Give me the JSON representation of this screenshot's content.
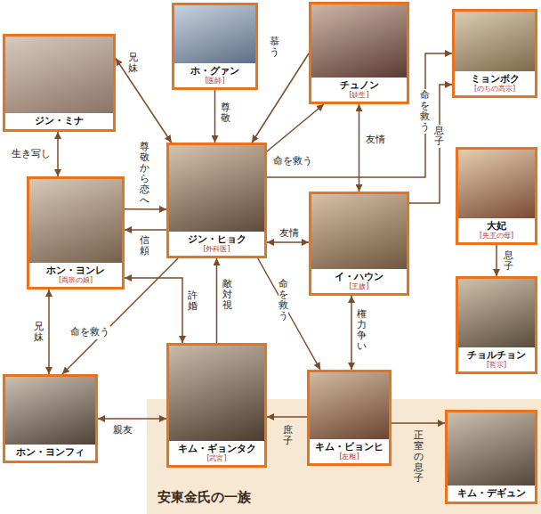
{
  "diagram": {
    "nodes": [
      {
        "text": [
          "ジン・ミナ"
        ]
      },
      {
        "text": [
          "ホ・グァン",
          "[医師]"
        ]
      },
      {
        "text": [
          "チュノン",
          "[妓生]"
        ]
      },
      {
        "text": [
          "ミョンボク",
          "[のちの高宗]"
        ]
      },
      {
        "text": [
          "ジン・ヒョク",
          "[外科医]"
        ]
      },
      {
        "text": [
          "ホン・ヨンレ",
          "[両班の娘]"
        ]
      },
      {
        "text": [
          "イ・ハウン",
          "[王族]"
        ]
      },
      {
        "text": [
          "大妃",
          "[先王の母]"
        ]
      },
      {
        "text": [
          "チョルチョン",
          "[哲宗]"
        ]
      },
      {
        "text": [
          "ホン・ヨンフィ"
        ]
      },
      {
        "text": [
          "安東金氏の一族"
        ]
      },
      {
        "text": [
          "キム・ギョンタク",
          "[武官]"
        ],
        "in": 10
      },
      {
        "text": [
          "キム・ビョンヒ",
          "[左相]"
        ],
        "in": 10
      },
      {
        "text": [
          "キム・デギュン"
        ],
        "in": 10
      }
    ],
    "edges": [
      {
        "from": 0,
        "to": 4,
        "label": "兄妹",
        "arrow": "both"
      },
      {
        "from": 1,
        "to": 4,
        "label": "尊敬",
        "arrow": "to"
      },
      {
        "from": 2,
        "to": 4,
        "label": "慕う",
        "arrow": "to"
      },
      {
        "from": 4,
        "to": 2,
        "label": "命を救う",
        "arrow": "to"
      },
      {
        "from": 0,
        "to": 5,
        "label": "生き写し",
        "arrow": "both"
      },
      {
        "from": 5,
        "to": 4,
        "label": "尊敬から恋へ",
        "arrow": "to"
      },
      {
        "from": 4,
        "to": 5,
        "label": "信頼",
        "arrow": "to"
      },
      {
        "from": 4,
        "to": 6,
        "label": "友情",
        "arrow": "both"
      },
      {
        "from": 2,
        "to": 6,
        "label": "友情",
        "arrow": "both"
      },
      {
        "from": 4,
        "to": 3,
        "label": "命を救う",
        "arrow": "to"
      },
      {
        "from": 6,
        "to": 3,
        "label": "息子",
        "arrow": "to"
      },
      {
        "from": 7,
        "to": 8,
        "label": "息子",
        "arrow": "to"
      },
      {
        "from": 5,
        "to": 11,
        "label": "許婚",
        "arrow": "both"
      },
      {
        "from": 4,
        "to": 9,
        "label": "命を救う",
        "arrow": "to"
      },
      {
        "from": 11,
        "to": 4,
        "label": "敵対視",
        "arrow": "to"
      },
      {
        "from": 4,
        "to": 12,
        "label": "命を救う",
        "arrow": "to"
      },
      {
        "from": 6,
        "to": 12,
        "label": "権力争い",
        "arrow": "both"
      },
      {
        "from": 5,
        "to": 9,
        "label": "兄妹",
        "arrow": "both"
      },
      {
        "from": 9,
        "to": 11,
        "label": "親友",
        "arrow": "both"
      },
      {
        "from": 12,
        "to": 11,
        "label": "庶子",
        "arrow": "to"
      },
      {
        "from": 12,
        "to": 13,
        "label": "正室の息子",
        "arrow": "to"
      }
    ]
  }
}
